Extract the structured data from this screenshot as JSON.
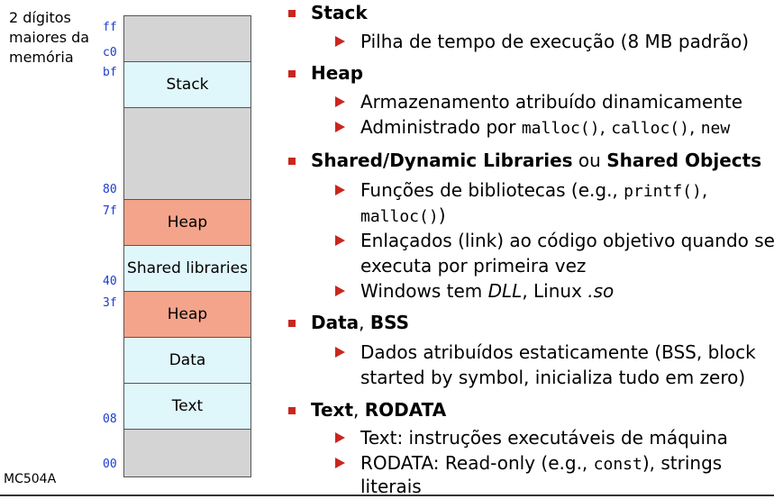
{
  "memory": {
    "side_label_lines": [
      "2 dígitos",
      "maiores da",
      "memória"
    ],
    "addresses": [
      "ff",
      "c0",
      "bf",
      "80",
      "7f",
      "40",
      "3f",
      "08",
      "00"
    ],
    "segments": [
      "Stack",
      "Heap",
      "Shared libraries",
      "Heap",
      "Data",
      "Text"
    ]
  },
  "footer": "MC504A",
  "bullets": {
    "stack": {
      "title": "Stack",
      "sub1": "Pilha de tempo de execução (8 MB padrão)"
    },
    "heap": {
      "title": "Heap",
      "sub1": "Armazenamento atribuído dinamicamente",
      "sub2_prefix": "Administrado por ",
      "sub2_c1": "malloc()",
      "sub2_sep1": ", ",
      "sub2_c2": "calloc()",
      "sub2_sep2": ", ",
      "sub2_c3": "new"
    },
    "shared": {
      "title_a": "Shared/Dynamic Libraries",
      "title_mid": " ou ",
      "title_b": "Shared Objects",
      "sub1_prefix": "Funções de bibliotecas (e.g., ",
      "sub1_c1": "printf()",
      "sub1_sep": ",",
      "sub1_c2": "malloc()",
      "sub1_end": ")",
      "sub2_line1": "Enlaçados (link) ao código objetivo quando se",
      "sub2_line2": "executa por primeira vez",
      "sub3_prefix": "Windows tem ",
      "sub3_dll": "DLL",
      "sub3_mid": ", Linux ",
      "sub3_so": ".so"
    },
    "data": {
      "title_a": "Data",
      "title_sep": ", ",
      "title_b": "BSS",
      "sub1_line1": "Dados atribuídos estaticamente (BSS, block",
      "sub1_line2": "started by symbol, inicializa tudo em zero)"
    },
    "text": {
      "title_a": "Text",
      "title_sep": ", ",
      "title_b": "RODATA",
      "sub1": "Text: instruções executáveis de máquina",
      "sub2_prefix": "RODATA: Read-only (e.g., ",
      "sub2_code": "const",
      "sub2_suffix": "), strings",
      "sub2_line2": "literais"
    }
  }
}
